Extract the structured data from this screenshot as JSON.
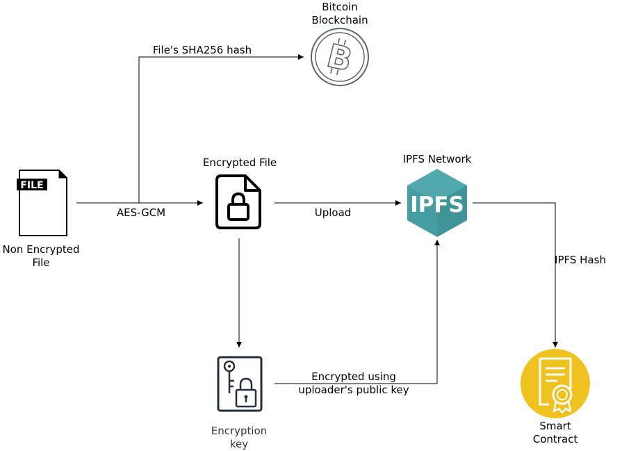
{
  "nodes": {
    "file": {
      "label_line1": "Non Encrypted",
      "label_line2": "File",
      "icon": "file-icon",
      "icon_text": "FILE"
    },
    "encrypted_file": {
      "label": "Encrypted File",
      "icon": "file-lock-icon"
    },
    "ipfs": {
      "label": "IPFS Network",
      "icon": "ipfs-cube-icon",
      "icon_text": "IPFS"
    },
    "bitcoin": {
      "label_line1": "Bitcoin",
      "label_line2": "Blockchain",
      "icon": "bitcoin-icon"
    },
    "key": {
      "label_line1": "Encryption",
      "label_line2": "key",
      "icon": "key-lock-icon"
    },
    "contract": {
      "label_line1": "Smart",
      "label_line2": "Contract",
      "icon": "certificate-icon"
    }
  },
  "edges": {
    "aes": "AES-GCM",
    "hash": "File's SHA256 hash",
    "upload": "Upload",
    "ipfs_hash": "IPFS Hash",
    "encrypted_line1": "Encrypted using",
    "encrypted_line2": "uploader's public key"
  },
  "colors": {
    "line": "#000000",
    "ipfs_teal": "#469ea2",
    "ipfs_dark": "#2f7a7d",
    "coin_gray": "#5a6570",
    "key_navy": "#232f3e",
    "cert_yellow": "#f0c21f",
    "key_label": "#2b3a4a"
  }
}
